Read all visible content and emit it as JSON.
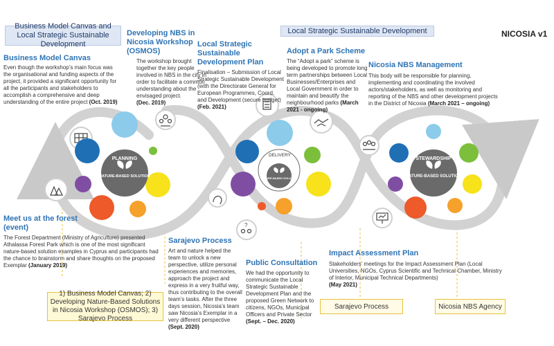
{
  "header_left": "Business Model Canvas and Local Strategic Sustainable Development",
  "header_right": "Local Strategic Sustainable Development",
  "doc_title": "NICOSIA v1",
  "items": {
    "bmc": {
      "title": "Business Model Canvas",
      "body": "Even though the workshop’s main focus was the organisational and funding aspects of the project, it provided a significant opportunity for all the participants and stakeholders to accomplish a comprehensive and deep understanding of the entire project",
      "date": "(Oct. 2019)"
    },
    "nbs_workshop": {
      "title": "Developing NBS in Nicosia Workshop (OSMOS)",
      "body": "The workshop brought together the key people involved in NBS in the city in order to facilitate a common understanding about the envisaged project.",
      "date": "(Dec. 2019)"
    },
    "lssdp": {
      "title": "Local Strategic Sustainable Development Plan",
      "body": "Finalisation – Submission of Local Strategic Sustainable Development (with the Directorate General for European Programmes, Coord. and Development (secure budget)",
      "date": "(Feb. 2021)"
    },
    "adopt": {
      "title": "Adopt a Park Scheme",
      "body": "The “Adopt a park” scheme is being developed to promote long term partnerships between Local Businesses/Enterprises and Local Government in order to maintain and beautify the neighbourhood parks",
      "date": "(March 2021 - ongoing)"
    },
    "mgmt": {
      "title": "Nicosia NBS Management",
      "body": "This body will be responsible for planning, implementing and coordinating the involved actors/stakeholders, as well as monitoring and reporting of the NBS and other development projects in the District of Nicosia",
      "date": "(March 2021 – ongoing)"
    },
    "forest": {
      "title": "Meet us at the forest (event)",
      "body": "The Forest Department (Ministry of Agriculture) presented Athalassa Forest Park which is one of the most significant nature-based solution examples in Cyprus and participants had the chance to brainstorm and share thoughts on the proposed Exemplar",
      "date": "(January 2019)"
    },
    "sarajevo": {
      "title": "Sarajevo Process",
      "body": "Art and nature helped the team to unlock a new perspective, utilize personal experiences and memories, approach the project and express in a very fruitful way, thus contributing to the overall team’s tasks. After the three days session, Nicosia’s team saw Nicosia’s Exemplar in a very different perspective",
      "date": "(Sept. 2020)"
    },
    "consult": {
      "title": "Public Consultation",
      "body": "We had the opportunity to communicate the Local Strategic Sustainable Development Plan and the proposed Green Network to citizens, NGOs, Municipal Officers and Private Sector",
      "date": "(Sept. – Dec. 2020)"
    },
    "impact": {
      "title": "Impact Assessment Plan",
      "body": "Stakeholders’ meetings for the Impact Assessment Plan (Local Universities, NGOs, Cyprus Scientific and Technical Chamber, Ministry of Interior, Municipal Technical Departments)",
      "date": "(May 2021)"
    }
  },
  "bottom_boxes": {
    "left": "1) Business Model Canvas; 2) Developing Nature-Based Solutions in Nicosia Workshop (OSMOS); 3) Sarajevo Process",
    "middle": "Sarajevo Process",
    "right": "Nicosia NBS Agency"
  },
  "hubs": {
    "planning": {
      "label": "PLANNING",
      "sub": "NATURE-BASED SOLUTION"
    },
    "delivery": {
      "label": "DELIVERY",
      "sub": "NATURE-BASED SOLUTION"
    },
    "stewardship": {
      "label": "STEWARDSHIP",
      "sub": "NATURE-BASED SOLUTION"
    }
  },
  "icons": [
    "canvas-board-icon",
    "group-meeting-icon",
    "document-checklist-icon",
    "handshake-icon",
    "team-people-icon",
    "forest-trees-icon",
    "head-brain-icon",
    "question-people-icon",
    "presentation-chart-icon",
    "leaf-icon"
  ],
  "colors": {
    "blue_dark": "#1f6fb5",
    "blue_light": "#8ccbea",
    "green": "#7cbf3c",
    "yellow": "#f7e21b",
    "orange": "#f5a12b",
    "red": "#ee5a2a",
    "purple": "#7f4ea3",
    "hub_gray": "#6a6a6a",
    "loop_gray": "#d2d2d2",
    "title_blue": "#2e74b5"
  }
}
